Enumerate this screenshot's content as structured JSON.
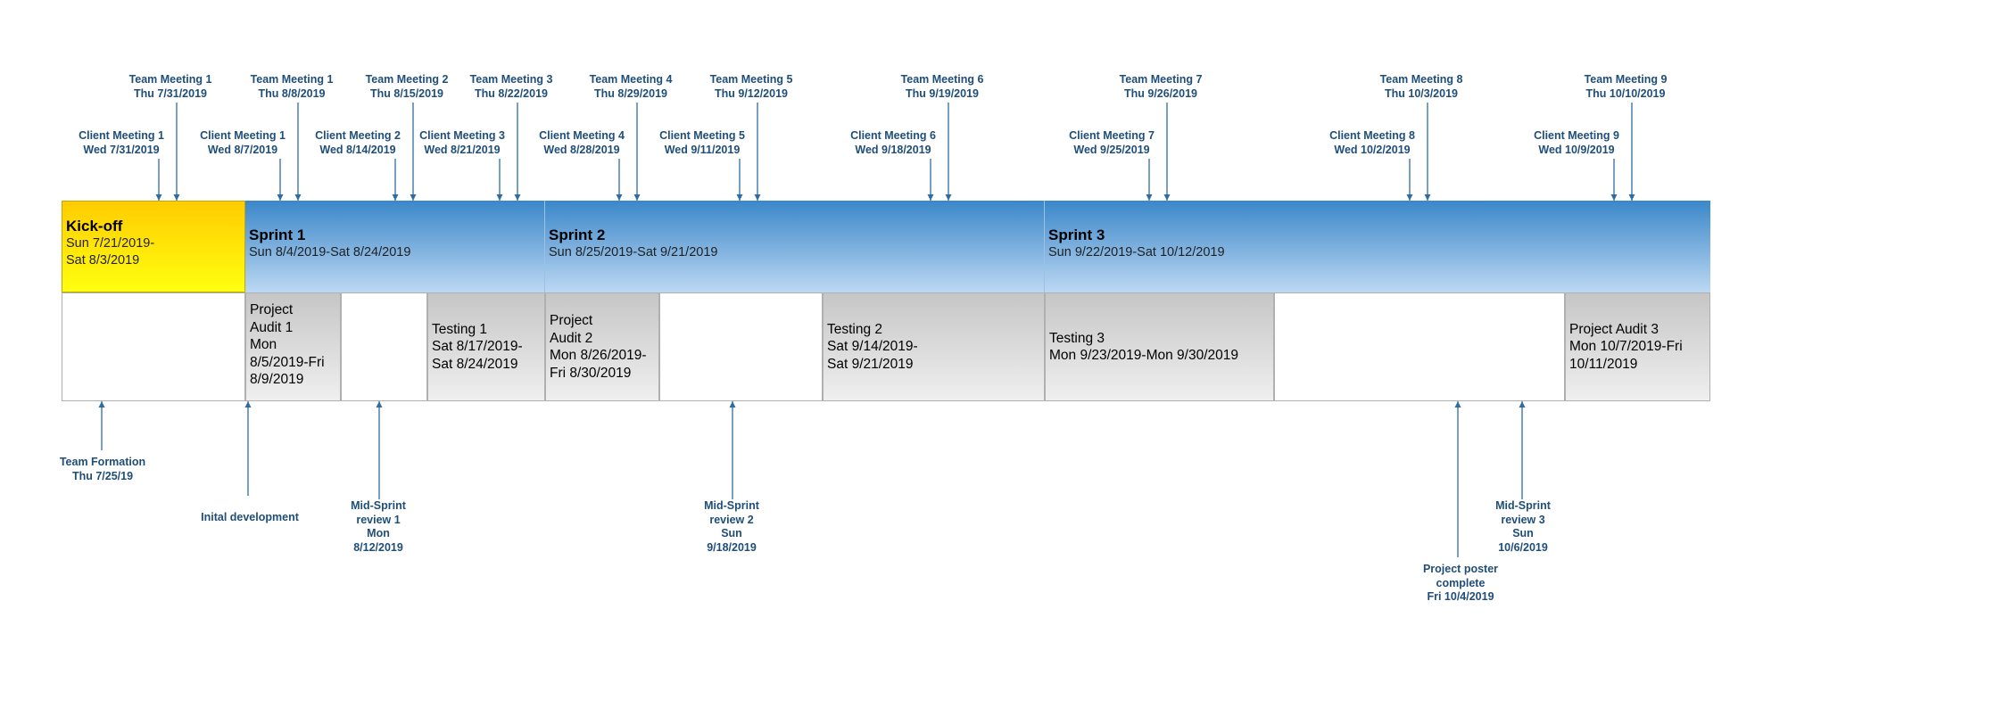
{
  "phases": [
    {
      "title": "Kick-off",
      "dates": "Sun 7/21/2019-\nSat 8/3/2019",
      "color": "#ffd400"
    },
    {
      "title": "Sprint 1",
      "dates": "Sun 8/4/2019-Sat 8/24/2019",
      "color": "#3d8ccd"
    },
    {
      "title": "Sprint 2",
      "dates": "Sun 8/25/2019-Sat 9/21/2019",
      "color": "#3d8ccd"
    },
    {
      "title": "Sprint 3",
      "dates": "Sun 9/22/2019-Sat 10/12/2019",
      "color": "#3d8ccd"
    }
  ],
  "tasks": [
    {
      "title": "Project Audit 1",
      "dates": "Mon 8/5/2019-Fri 8/9/2019"
    },
    {
      "title": "Testing 1",
      "dates": "Sat 8/17/2019-Sat 8/24/2019"
    },
    {
      "title": "Project Audit 2",
      "dates": "Mon 8/26/2019-Fri 8/30/2019"
    },
    {
      "title": "Testing 2",
      "dates": "Sat 9/14/2019-Sat 9/21/2019"
    },
    {
      "title": "Testing 3",
      "dates": "Mon 9/23/2019-Mon 9/30/2019"
    },
    {
      "title": "Project Audit 3",
      "dates": "Mon 10/7/2019-Fri 10/11/2019"
    }
  ],
  "team_meetings": [
    {
      "name": "Team Meeting 1",
      "date": "Thu 7/31/2019"
    },
    {
      "name": "Team Meeting 1",
      "date": "Thu 8/8/2019"
    },
    {
      "name": "Team Meeting 2",
      "date": "Thu 8/15/2019"
    },
    {
      "name": "Team Meeting 3",
      "date": "Thu 8/22/2019"
    },
    {
      "name": "Team Meeting 4",
      "date": "Thu 8/29/2019"
    },
    {
      "name": "Team Meeting 5",
      "date": "Thu 9/12/2019"
    },
    {
      "name": "Team Meeting 6",
      "date": "Thu 9/19/2019"
    },
    {
      "name": "Team Meeting 7",
      "date": "Thu 9/26/2019"
    },
    {
      "name": "Team Meeting 8",
      "date": "Thu 10/3/2019"
    },
    {
      "name": "Team Meeting 9",
      "date": "Thu 10/10/2019"
    }
  ],
  "client_meetings": [
    {
      "name": "Client Meeting 1",
      "date": "Wed 7/31/2019"
    },
    {
      "name": "Client Meeting 1",
      "date": "Wed 8/7/2019"
    },
    {
      "name": "Client Meeting 2",
      "date": "Wed 8/14/2019"
    },
    {
      "name": "Client Meeting 3",
      "date": "Wed 8/21/2019"
    },
    {
      "name": "Client Meeting 4",
      "date": "Wed 8/28/2019"
    },
    {
      "name": "Client Meeting 5",
      "date": "Wed 9/11/2019"
    },
    {
      "name": "Client Meeting 6",
      "date": "Wed 9/18/2019"
    },
    {
      "name": "Client Meeting 7",
      "date": "Wed 9/25/2019"
    },
    {
      "name": "Client Meeting 8",
      "date": "Wed 10/2/2019"
    },
    {
      "name": "Client Meeting 9",
      "date": "Wed 10/9/2019"
    }
  ],
  "milestones_below": [
    {
      "lines": [
        "Team Formation",
        "Thu 7/25/19"
      ]
    },
    {
      "lines": [
        "Inital development"
      ]
    },
    {
      "lines": [
        "Mid-Sprint",
        "review 1",
        "Mon",
        "8/12/2019"
      ]
    },
    {
      "lines": [
        "Mid-Sprint",
        "review 2",
        "Sun",
        "9/18/2019"
      ]
    },
    {
      "lines": [
        "Project poster",
        "complete",
        "Fri 10/4/2019"
      ]
    },
    {
      "lines": [
        "Mid-Sprint",
        "review 3",
        "Sun",
        "10/6/2019"
      ]
    }
  ],
  "colors": {
    "label": "#1f4e79",
    "arrow": "#2e6da4",
    "kickoff_top": "#ffcc00",
    "kickoff_bottom": "#ffff00",
    "sprint_top": "#3a87c9",
    "sprint_bottom": "#b8d6f2"
  }
}
